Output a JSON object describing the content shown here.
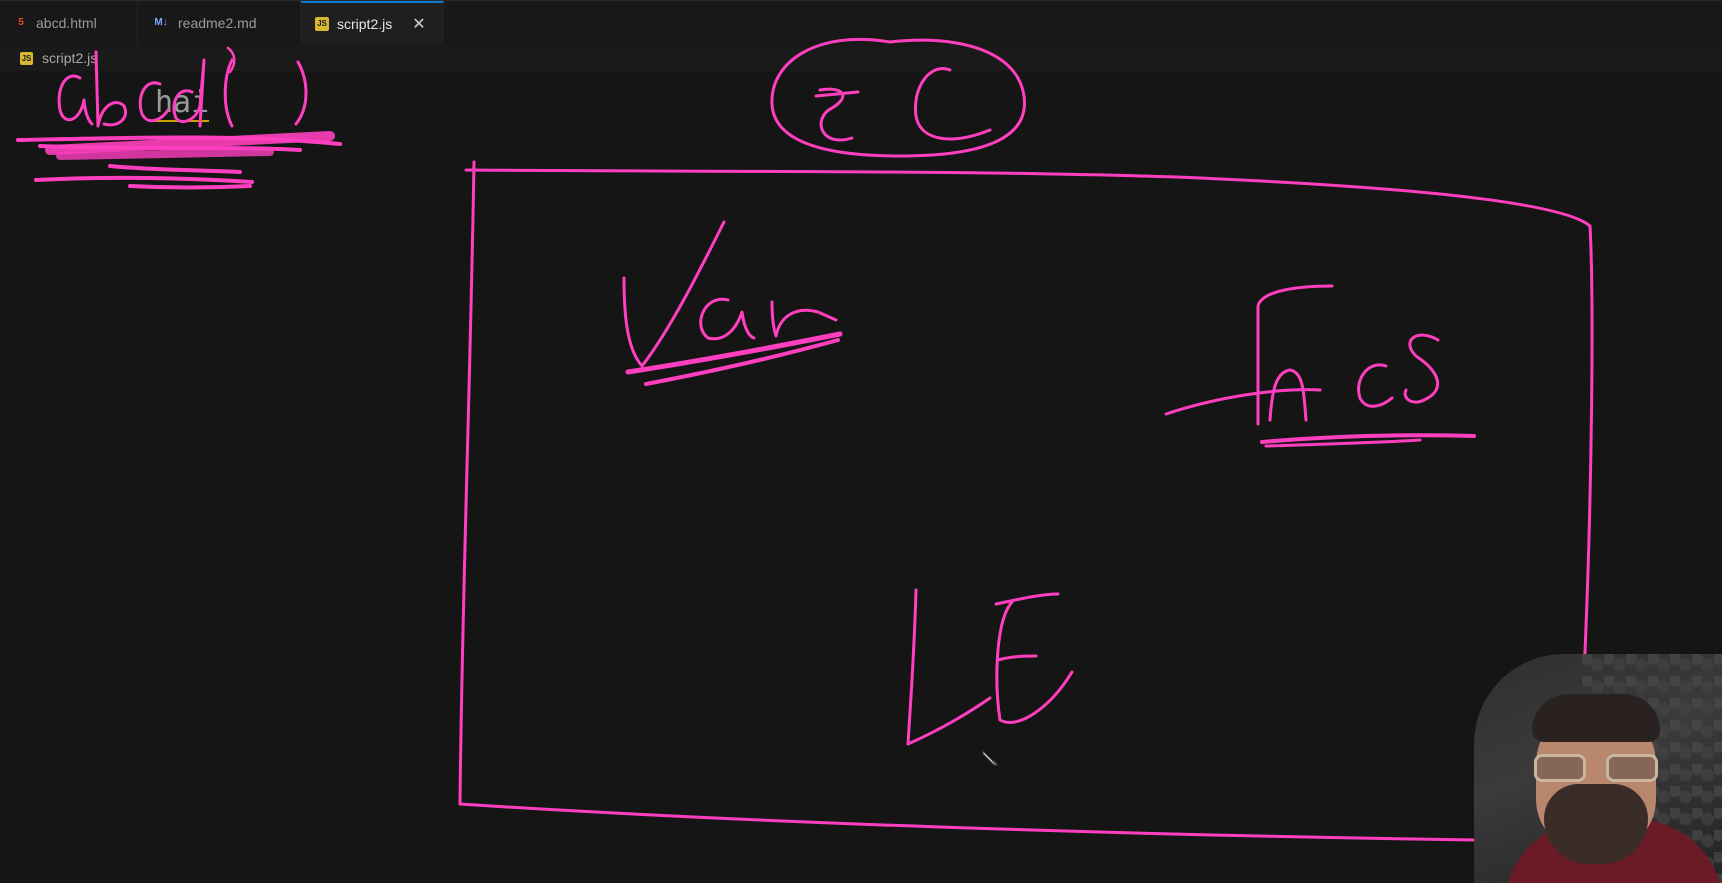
{
  "tabs": [
    {
      "label": "abcd.html",
      "icon": "html5-icon",
      "active": false
    },
    {
      "label": "readme2.md",
      "icon": "markdown-icon",
      "active": false
    },
    {
      "label": "script2.js",
      "icon": "javascript-icon",
      "active": true
    }
  ],
  "tab_icons": {
    "html": "5",
    "md": "M↓",
    "js": "JS"
  },
  "close_glyph": "✕",
  "breadcrumb": {
    "file": "script2.js",
    "icon": "javascript-icon"
  },
  "editor": {
    "code_text": "hai"
  },
  "annotations": {
    "color": "#ff3fbf",
    "call_label": "abcd()",
    "context_label": "EC",
    "var_label": "Var",
    "fncs_label": "Fncs",
    "le_label": "LE"
  },
  "colors": {
    "background": "#161515",
    "tab_active_accent": "#0a78d4",
    "ink": "#ff3fbf"
  }
}
